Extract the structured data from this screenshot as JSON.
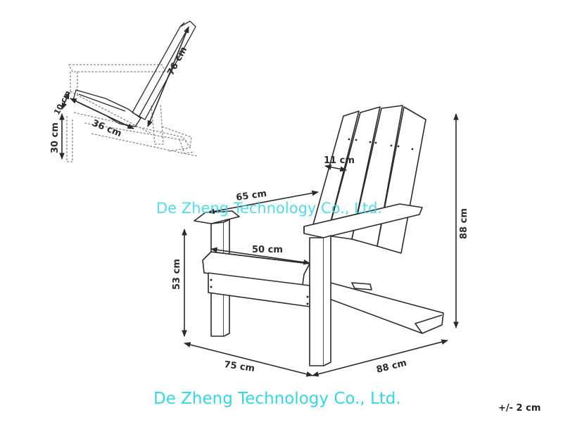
{
  "dimensions": {
    "backrest_length": "76 cm",
    "seat_depth_side": "36 cm",
    "seat_drop": "10 cm",
    "seat_height_side": "30 cm",
    "backrest_slat_width": "11 cm",
    "armrest_length": "65 cm",
    "seat_width": "50 cm",
    "seat_height": "53 cm",
    "total_height": "88 cm",
    "total_width": "75 cm",
    "total_depth": "88 cm"
  },
  "watermark": "De Zheng Technology Co., Ltd.",
  "tolerance": "+/- 2 cm",
  "colors": {
    "line": "#2a2a2a",
    "dash": "#8a8a8a",
    "watermark": "#35d6e6",
    "background": "#ffffff"
  }
}
